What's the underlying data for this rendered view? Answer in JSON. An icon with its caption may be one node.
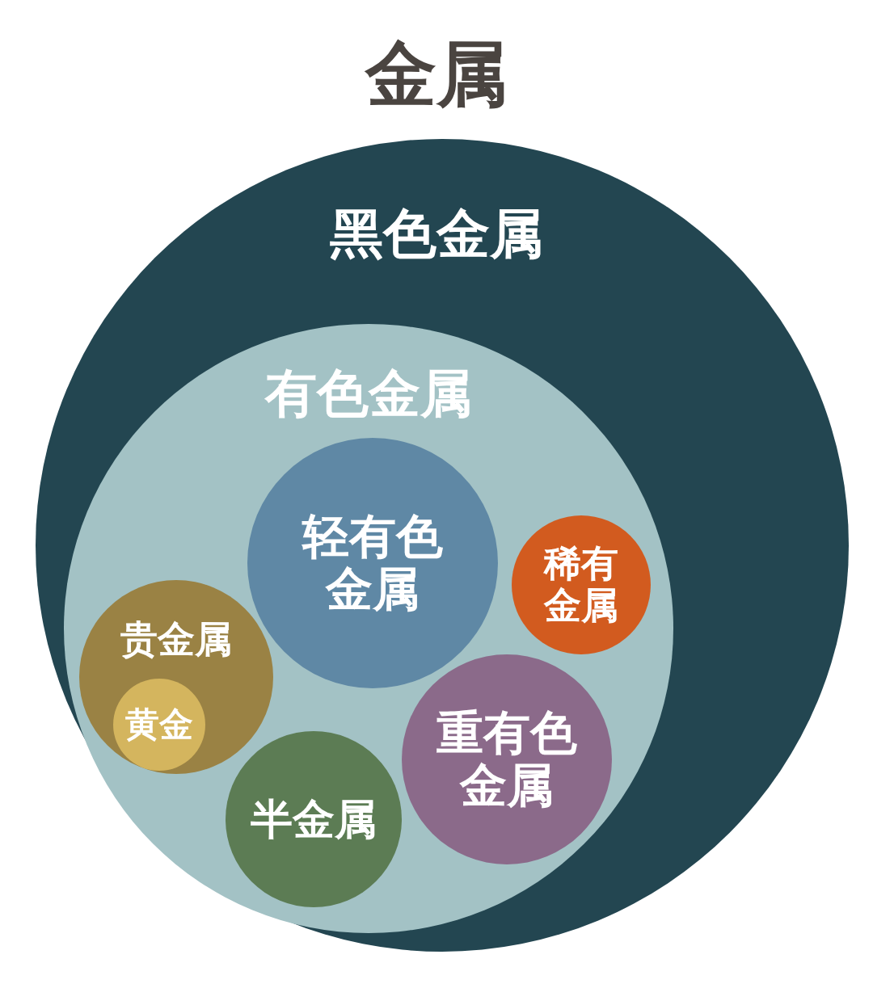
{
  "diagram": {
    "title": "金属",
    "nodes": [
      {
        "text": [
          "黑色金属"
        ]
      },
      {
        "text": [
          "有色金属"
        ],
        "in": 0
      },
      {
        "text": [
          "轻有色金属"
        ],
        "in": 1
      },
      {
        "text": [
          "稀有金属"
        ],
        "in": 1
      },
      {
        "text": [
          "贵金属"
        ],
        "in": 1
      },
      {
        "text": [
          "黄金"
        ],
        "in": 4
      },
      {
        "text": [
          "重有色金属"
        ],
        "in": 1
      },
      {
        "text": [
          "半金属"
        ],
        "in": 1
      }
    ],
    "edges": []
  }
}
